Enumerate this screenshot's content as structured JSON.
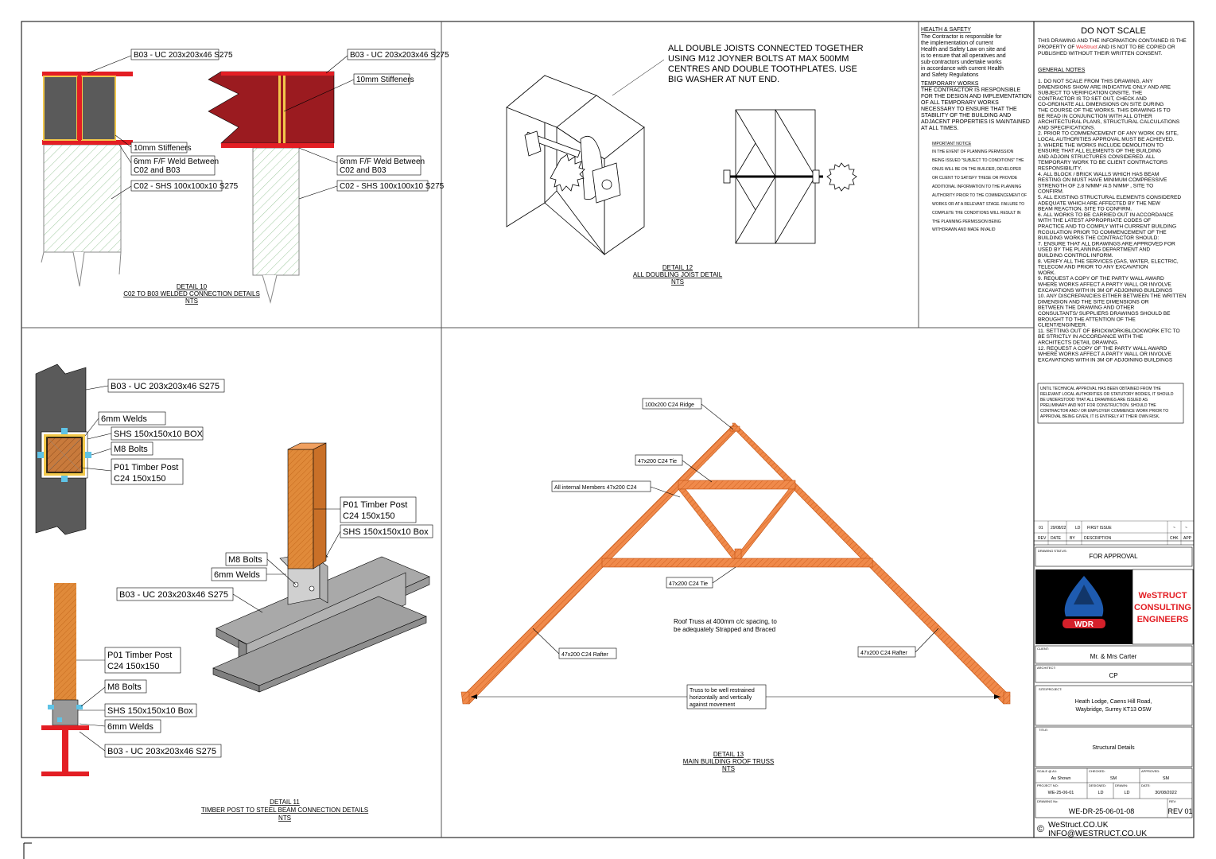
{
  "colors": {
    "steel_red": "#e31e24",
    "steel_dark": "#5a5a5a",
    "beam_red": "#9b1b20",
    "timber": "#e08a3a",
    "truss": "#f08a4b",
    "logo_bg": "#000000",
    "logo_blue": "#1e5bb0",
    "logo_red": "#d4202a",
    "brand_red": "#e31e24",
    "hatch_green": "#9fc99f"
  },
  "detail10": {
    "left_labels": [
      "B03 - UC 203x203x46 S275",
      "10mm Stiffeners",
      "6mm F/F Weld Between",
      "C02 and B03",
      "C02 - SHS 100x100x10 S275"
    ],
    "right_labels": [
      "B03 - UC 203x203x46 S275",
      "10mm Stiffeners",
      "6mm F/F Weld Between",
      "C02 and B03",
      "C02 - SHS 100x100x10 S275"
    ],
    "caption": [
      "DETAIL 10",
      "C02 TO B03 WELDED CONNECTION DETAILS",
      "NTS"
    ]
  },
  "detail12": {
    "note": [
      "ALL DOUBLE JOISTS CONNECTED TOGETHER",
      "USING M12 JOYNER BOLTS AT MAX 500MM",
      "CENTRES AND DOUBLE TOOTHPLATES. USE",
      "BIG WASHER AT NUT END."
    ],
    "caption": [
      "DETAIL 12",
      "ALL DOUBLING JOIST DETAIL",
      "NTS"
    ]
  },
  "health": {
    "title": "HEALTH & SAFETY",
    "lines": [
      "The Contractor is responsible for",
      "the implementation of current",
      "Health and Safety Law on site and",
      "is to ensure that all operatives and",
      "sub-contractors undertake works",
      "in accordance with current Health",
      "and Safety Regulations"
    ],
    "temp_title": "TEMPORARY WORKS",
    "temp_lines": [
      "THE CONTRACTOR IS RESPONSIBLE",
      "FOR THE DESIGN AND IMPLEMENTATION",
      "OF ALL TEMPORARY WORKS",
      "NECESSARY TO ENSURE THAT THE",
      "STABILITY OF THE BUILDING AND",
      "ADJACENT PROPERTIES IS MAINTAINED",
      "AT ALL TIMES."
    ],
    "imp_title": "IMPORTANT NOTICE",
    "imp_lines": [
      "IN THE EVENT OF PLANNING PERMISSION",
      "BEING ISSUED \"SUBJECT TO CONDITIONS\" THE",
      "ONUS WILL BE ON THE BUILDER, DEVELOPER",
      "OR CLIENT TO SATISFY THESE OR PROVIDE",
      "ADDITIONAL INFORMATION TO THE PLANNING",
      "AUTHORITY PRIOR TO THE COMMENCEMENT OF",
      "WORKS OR AT A RELEVANT STAGE. FAILURE TO",
      "COMPLETE THE CONDITIONS WILL RESULT IN",
      "THE PLANNING PERMISSION BEING",
      "WITHDRAWN AND MADE INVALID"
    ]
  },
  "detail11": {
    "plan_labels": [
      "B03 - UC 203x203x46 S275",
      "6mm Welds",
      "SHS 150x150x10 BOX",
      "M8 Bolts",
      "P01 Timber Post",
      "C24 150x150"
    ],
    "iso_labels": [
      "P01 Timber Post",
      "C24 150x150",
      "SHS 150x150x10 Box",
      "M8 Bolts",
      "6mm Welds",
      "B03 - UC 203x203x46 S275"
    ],
    "elev_labels": [
      "P01 Timber Post",
      "C24 150x150",
      "M8 Bolts",
      "SHS 150x150x10 Box",
      "6mm Welds",
      "B03 - UC 203x203x46 S275"
    ],
    "caption": [
      "DETAIL 11",
      "TIMBER POST TO STEEL BEAM CONNECTION DETAILS",
      "NTS"
    ]
  },
  "detail13": {
    "ridge": "100x200 C24 Ridge",
    "tie_top": "47x200 C24 Tie",
    "internal": "All internal Members 47x200 C24",
    "tie_low": "47x200 C24 Tie",
    "rafter_left": "47x200 C24 Rafter",
    "rafter_right": "47x200 C24 Rafter",
    "note": [
      "Roof Truss at 400mm c/c spacing, to",
      "be adequately Strapped and Braced"
    ],
    "restraint": [
      "Truss to be well restrained",
      "horizontally and vertically",
      "against movement"
    ],
    "caption": [
      "DETAIL 13",
      "MAIN BUILDING ROOF TRUSS",
      "NTS"
    ]
  },
  "titleblock": {
    "do_not_scale": "DO NOT SCALE",
    "prop_1": "THIS DRAWING AND THE INFORMATION CONTAINED IS THE",
    "prop_2a": "PROPERTY OF ",
    "prop_2b": "WeStruct",
    "prop_2c": " AND IS NOT TO BE COPIED OR",
    "prop_3": "PUBLISHED WITHOUT THEIR WRITTEN CONSENT.",
    "gen_title": "GENERAL NOTES",
    "gen_notes": [
      "1.  DO NOT SCALE FROM THIS DRAWING, ANY",
      "     DIMENSIONS SHOW ARE INDICATIVE ONLY AND ARE",
      "     SUBJECT TO VERIFICATION ONSITE. THE",
      "     CONTRACTOR IS TO SET OUT, CHECK AND",
      "     CO-ORDINATE ALL DIMENSIONS ON SITE DURING",
      "     THE COURSE OF THE WORKS. THIS DRAWING IS TO",
      "     BE READ IN CONJUNCTION WITH ALL OTHER",
      "     ARCHITECTURAL PLANS, STRUCTURAL CALCULATIONS",
      "     AND SPECIFICATIONS.",
      "2.  PRIOR TO COMMENCEMENT OF ANY WORK ON SITE,",
      "     LOCAL AUTHORITIES APPROVAL MUST BE ACHIEVED.",
      "3.  WHERE THE WORKS INCLUDE DEMOLITION TO",
      "     ENSURE THAT ALL ELEMENTS OF THE BUILDING",
      "     AND ADJOIN STRUCTURES CONSIDERED. ALL",
      "     TEMPORARY WORK TO BE CLIENT CONTRACTORS",
      "     RESPONSIBILITY.",
      "4.  ALL BLOCK / BRICK WALLS WHICH HAS BEAM",
      "     RESTING ON MUST HAVE MINIMUM COMPRESSIVE",
      "     STRENGTH OF 2.8 N/MM² /4.5 N/MM² , SITE TO",
      "     CONFIRM.",
      "5.  ALL EXISTING STRUCTURAL ELEMENTS CONSIDERED",
      "     ADEQUATE WHICH ARE AFFECTED BY THE NEW",
      "     BEAM REACTION. SITE TO CONFIRM.",
      "6.  ALL WORKS TO BE CARRIED OUT IN ACCORDANCE",
      "     WITH THE LATEST APPROPRIATE CODES OF",
      "     PRACTICE AND TO COMPLY WITH CURRENT BUILDING",
      "     RCGULATION PRIOR TO COMMENCEMENT OF THE",
      "     BUILDING WORKS THE CONTRACTOR SHOULD:",
      "7.  ENSURE THAT ALL DRAWINGS ARE APPROVED FOR",
      "     USED BY THE PLANNING DEPARTMENT AND",
      "     BUILDING CONTROL INFORM.",
      "8.  VERIFY ALL THE SERVICES (GAS, WATER, ELECTRIC,",
      "     TELECOM AND PRIOR TO ANY EXCAVATION",
      "     WORK.",
      "9.  REQUEST A COPY OF THE PARTY WALL AWARD",
      "     WHERE WORKS AFFECT A  PARTY WALL OR INVOLVE",
      "     EXCAVATIONS WITH IN 3M  OF ADJOINING BUILDINGS",
      "10. ANY DISCREPANCIES EITHER BETWEEN THE WRITTEN",
      "     DIMENSION AND THE SITE  DIMENSIONS OR",
      "     BETWEEN THE DRAWING AND  OTHER",
      "     CONSULTANTS/ SUPPLIERS DRAWINGS SHOULD BE",
      "     BROUGHT TO THE ATTENTION OF THE",
      "     CLIENT/ENGINEER.",
      "11. SETTING OUT OF BRICKWORK/BLOCKWORK ETC TO",
      "     BE STRICTLY IN ACCORDANCE WITH THE",
      "     ARCHITECTS DETAIL DRAWING.",
      "12. REQUEST A COPY OF THE   PARTY WALL AWARD",
      "     WHERE WORKS AFFECT A   PARTY WALL OR INVOLVE",
      "     EXCAVATIONS WITH IN 3M   OF ADJOINING BUILDINGS"
    ],
    "approval_notice": [
      "UNTIL TECHNICAL APPROVAL HAS BEEN OBTAINED FROM THE",
      "RELEVANT LOCAL AUTHORITIES OR STATUTORY BODIES, IT SHOULD",
      "BE UNDERSTOOD THAT ALL DRAWINGS ARE ISSUED AS",
      "PRELIMINARY AND NOT FOR CONSTRUCTION. SHOULD THE",
      "CONTRACTOR AND / OR EMPLOYER COMMENCE WORK PRIOR TO",
      "APPROVAL BEING GIVEN, IT IS ENTIRELY AT THEIR OWN RISK."
    ],
    "rev_row": [
      "01",
      "29/08/22",
      "LD",
      "FIRST ISSUE",
      "~",
      "~"
    ],
    "rev_head": [
      "REV",
      "DATE",
      "BY",
      "DESCRIPTION",
      "CHK",
      "APP"
    ],
    "status_label": "DRAWING STATUS:",
    "status": "FOR APPROVAL",
    "logo_text": "WDR",
    "company": [
      "WeSTRUCT",
      "CONSULTING",
      "ENGINEERS"
    ],
    "client_label": "CLIENT:",
    "client": "Mr. & Mrs Carter",
    "architect_label": "ARCHITECT:",
    "architect": "CP",
    "site_label": "SITE/PROJECT:",
    "site": [
      "Heath Lodge, Caens Hill Road,",
      "Waybridge, Surrey KT13 OSW"
    ],
    "title_label": "TITLE:",
    "title": "Structural Details",
    "scale_label": "SCALE @ A1:",
    "scale": "As Shown",
    "checked_label": "CHECKED:",
    "checked": "SM",
    "approved_label": "APPROVED:",
    "approved": "SM",
    "projno_label": "PROJECT NO:",
    "projno": "WE-25-06-01",
    "designed_label": "DESIGNED:",
    "designed": "LD",
    "drawn_label": "DRAWN:",
    "drawn": "LD",
    "date_label": "DATE:",
    "date": "30/08/2022",
    "drawno_label": "DRAWING No:",
    "drawno": "WE-DR-25-06-01-08",
    "rev_label": "REV:",
    "rev": "REV 01",
    "copyright": "©",
    "web": "WeStruct.CO.UK",
    "email": "INFO@WESTRUCT.CO.UK"
  }
}
